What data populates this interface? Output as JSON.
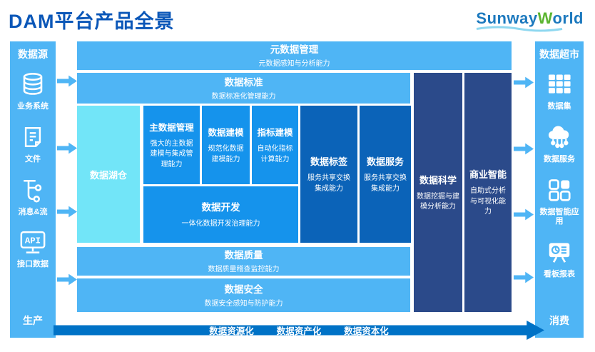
{
  "page": {
    "title": "DAM平台产品全景"
  },
  "logo": {
    "part_blue": "Sunway",
    "part_green": "W",
    "part_blue2": "orld"
  },
  "left_sidebar": {
    "header": "数据源",
    "items": [
      {
        "icon": "database-icon",
        "label": "业务系统"
      },
      {
        "icon": "file-icon",
        "label": "文件"
      },
      {
        "icon": "stream-icon",
        "label": "消息&流"
      },
      {
        "icon": "api-icon",
        "label": "接口数据"
      }
    ],
    "footer": "生产"
  },
  "right_sidebar": {
    "header": "数据超市",
    "items": [
      {
        "icon": "dataset-icon",
        "label": "数据集"
      },
      {
        "icon": "cloud-service-icon",
        "label": "数据服务"
      },
      {
        "icon": "apps-icon",
        "label": "数据智能应用"
      },
      {
        "icon": "dashboard-icon",
        "label": "看板报表"
      }
    ],
    "footer": "消费"
  },
  "layers": {
    "metadata": {
      "title": "元数据管理",
      "subtitle": "元数据感知与分析能力"
    },
    "standard": {
      "title": "数据标准",
      "subtitle": "数据标准化管理能力"
    },
    "quality": {
      "title": "数据质量",
      "subtitle": "数据质量稽查监控能力"
    },
    "security": {
      "title": "数据安全",
      "subtitle": "数据安全感知与防护能力"
    }
  },
  "core": {
    "lakehouse": {
      "title": "数据湖仓"
    },
    "mdm": {
      "title": "主数据管理",
      "subtitle": "强大的主数据建模与集成管理能力"
    },
    "modeling": {
      "title": "数据建模",
      "subtitle": "规范化数据建模能力"
    },
    "metrics": {
      "title": "指标建模",
      "subtitle": "自动化指标计算能力"
    },
    "development": {
      "title": "数据开发",
      "subtitle": "一体化数据开发治理能力"
    },
    "tags": {
      "title": "数据标签",
      "subtitle": "服务共享交换集成能力"
    },
    "services": {
      "title": "数据服务",
      "subtitle": "服务共享交换集成能力"
    },
    "science": {
      "title": "数据科学",
      "subtitle": "数据挖掘与建模分析能力"
    },
    "bi": {
      "title": "商业智能",
      "subtitle": "自助式分析与可视化能力"
    }
  },
  "bottom_arrow": {
    "labels": [
      "数据资源化",
      "数据资产化",
      "数据资本化"
    ]
  },
  "colors": {
    "sky_blue": "#4FB5F5",
    "azure": "#1593EC",
    "cyan": "#72E5F8",
    "mid_blue": "#0B63B8",
    "navy": "#2B4A8A",
    "bottom_arrow_blue": "#0072C6",
    "title_blue": "#0B57B8",
    "logo_blue": "#1C79BE",
    "logo_green": "#5CB531",
    "logo_wave": "#8FD8F0"
  }
}
